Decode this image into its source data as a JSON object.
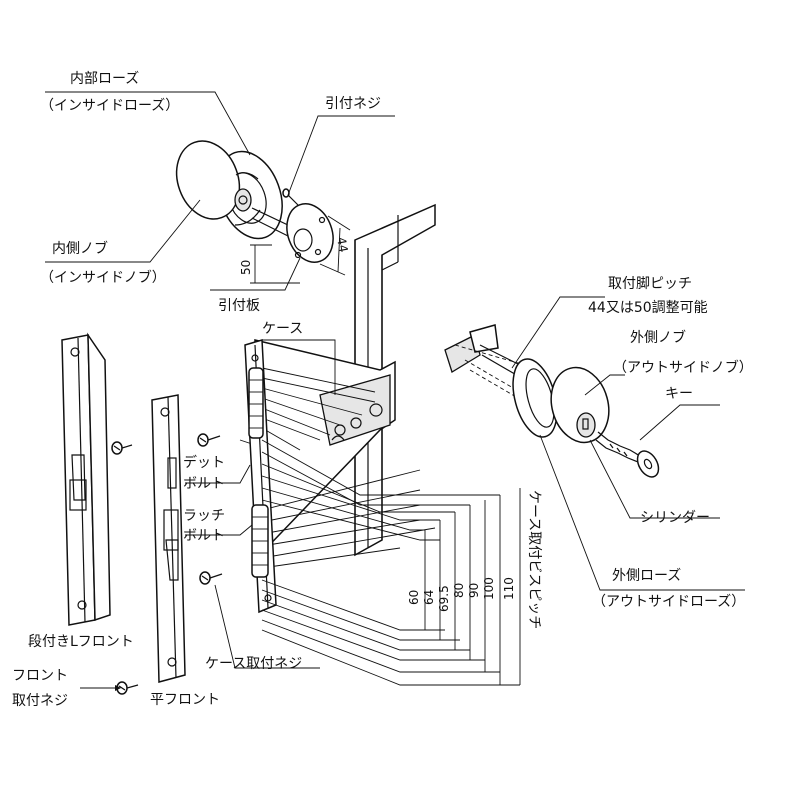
{
  "labels": {
    "inside_rose": "内部ローズ",
    "inside_rose_alt": "（インサイドローズ）",
    "mounting_screw": "引付ネジ",
    "inside_knob": "内側ノブ",
    "inside_knob_alt": "（インサイドノブ）",
    "mounting_plate": "引付板",
    "case": "ケース",
    "leg_pitch": "取付脚ピッチ",
    "leg_pitch_note": "44又は50調整可能",
    "outside_knob": "外側ノブ",
    "outside_knob_alt": "（アウトサイドノブ）",
    "key": "キー",
    "dead_bolt_1": "デット",
    "dead_bolt_2": "ボルト",
    "latch_bolt_1": "ラッチ",
    "latch_bolt_2": "ボルト",
    "cylinder": "シリンダー",
    "outside_rose": "外側ローズ",
    "outside_rose_alt": "（アウトサイドローズ）",
    "stepped_front": "段付きLフロント",
    "front_screw_1": "フロント",
    "front_screw_2": "取付ネジ",
    "flat_front": "平フロント",
    "case_screw": "ケース取付ネジ",
    "case_screw_pitch": "ケース取付ビスピッチ"
  },
  "dimensions": {
    "d44": "44",
    "d50": "50",
    "d60": "60",
    "d64": "64",
    "d69_5": "69.5",
    "d80": "80",
    "d90": "90",
    "d100": "100",
    "d110": "110"
  }
}
